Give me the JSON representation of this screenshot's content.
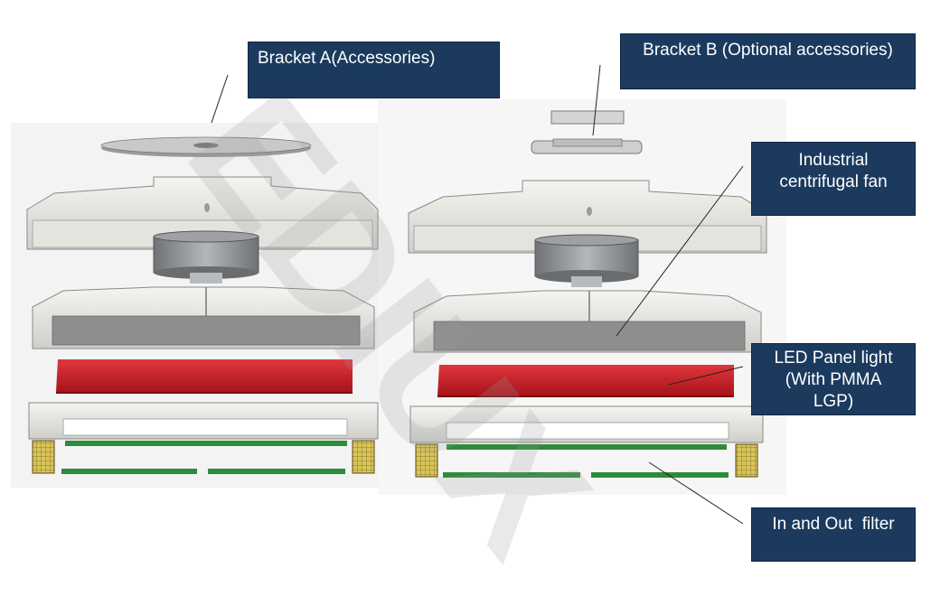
{
  "callouts": {
    "bracket_a": "Bracket A(Accessories)",
    "bracket_b": "Bracket B (Optional accessories)",
    "fan_line1": "Industrial",
    "fan_line2": "centrifugal fan",
    "led_line1": "LED Panel light",
    "led_line2": "(With PMMA",
    "led_line3": "LGP)",
    "filter": "In and Out  filter"
  },
  "watermark": "EDIUX",
  "colors": {
    "callout_bg": "#1b3a5e",
    "callout_text": "#ffffff",
    "led_panel": "#c81e26",
    "pcb_green": "#2e8b3a",
    "housing": "#e8e8e4",
    "fan": "#8a8d90",
    "leader_line": "#222222",
    "watermark": "#d9d9d9"
  }
}
